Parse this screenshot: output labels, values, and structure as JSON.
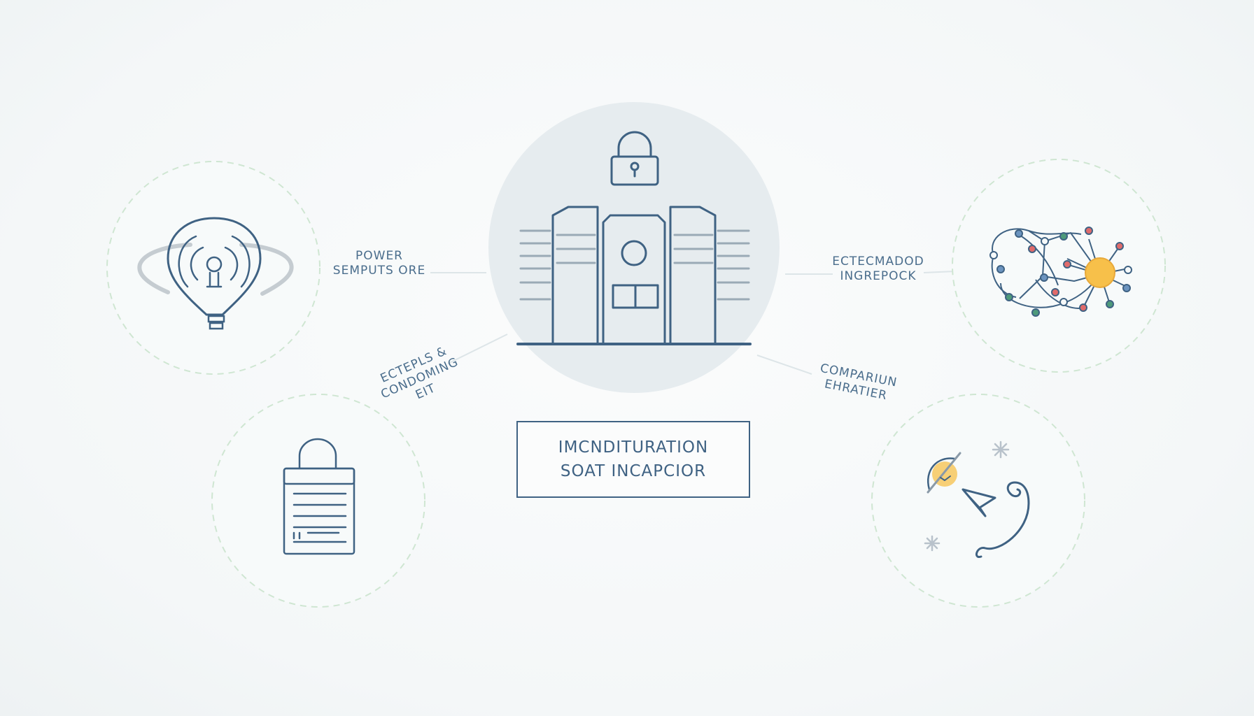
{
  "labels": {
    "top_left": {
      "line1": "POWER",
      "line2": "SEMPUTS ORE"
    },
    "bottom_left": {
      "line1": "ECTEPLS &",
      "line2": "CONDOMING",
      "line3": "EIT"
    },
    "top_right": {
      "line1": "ECTECMADOD",
      "line2": "INGREPOCK"
    },
    "bottom_right": {
      "line1": "COMPARIUN",
      "line2": "EHRATIER"
    }
  },
  "center_box": {
    "line1": "IMCNDITURATION",
    "line2": "SOAT INCAPCIOR"
  },
  "icons": {
    "center": "secure-server-building-icon",
    "top_left": "lightbulb-signal-icon",
    "bottom_left": "locked-document-icon",
    "top_right": "network-graph-icon",
    "bottom_right": "paper-plane-spiral-icon"
  },
  "colors": {
    "primary": "#3f6283",
    "accent_green": "#cfe6d2",
    "accent_sun": "#f7c04a",
    "center_fill": "#e6ecef"
  }
}
